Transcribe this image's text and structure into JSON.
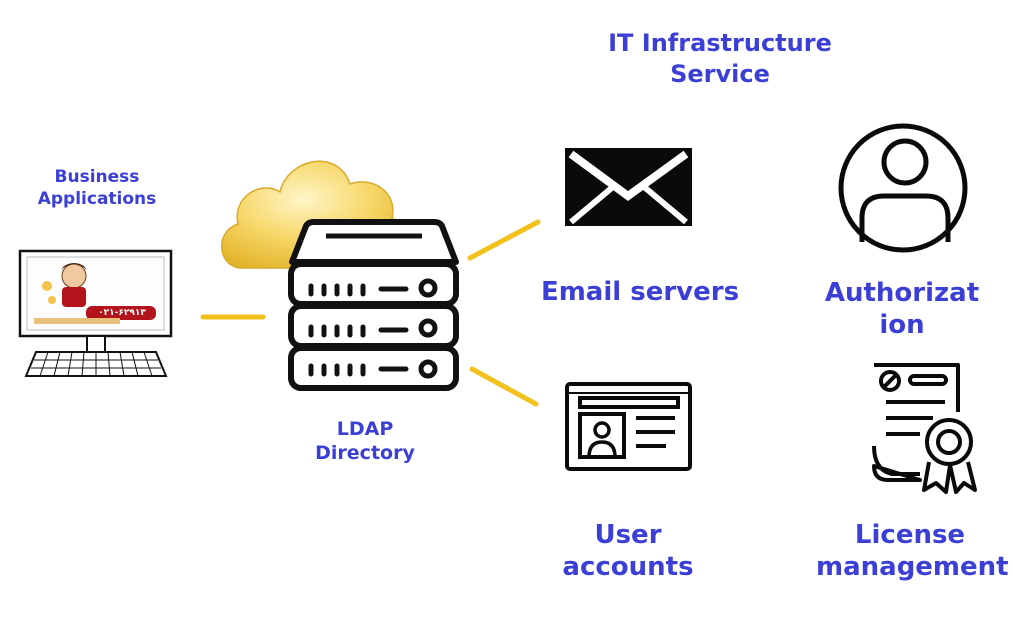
{
  "colors": {
    "label": "#3b3fd6",
    "connector": "#f2c11d",
    "icon": "#111111",
    "cloud": "#f4cf4f",
    "banner": "#b3141c"
  },
  "title": {
    "line1": "IT Infrastructure",
    "line2": "Service"
  },
  "business_applications": {
    "line1": "Business",
    "line2": "Applications",
    "icon": "desktop-computer-icon",
    "screen_banner": "۰۲۱-۶۲۹۱۳"
  },
  "ldap": {
    "line1": "LDAP",
    "line2": "Directory",
    "icon": "server-stack-icon",
    "cloud_icon": "cloud-icon"
  },
  "services": [
    {
      "id": "email",
      "line1": "Email servers",
      "line2": "",
      "icon": "envelope-icon"
    },
    {
      "id": "authorization",
      "line1": "Authorizat",
      "line2": "ion",
      "icon": "user-circle-icon"
    },
    {
      "id": "user-accounts",
      "line1": "User",
      "line2": "accounts",
      "icon": "id-card-icon"
    },
    {
      "id": "license",
      "line1": "License",
      "line2": "management",
      "icon": "certificate-icon"
    }
  ]
}
